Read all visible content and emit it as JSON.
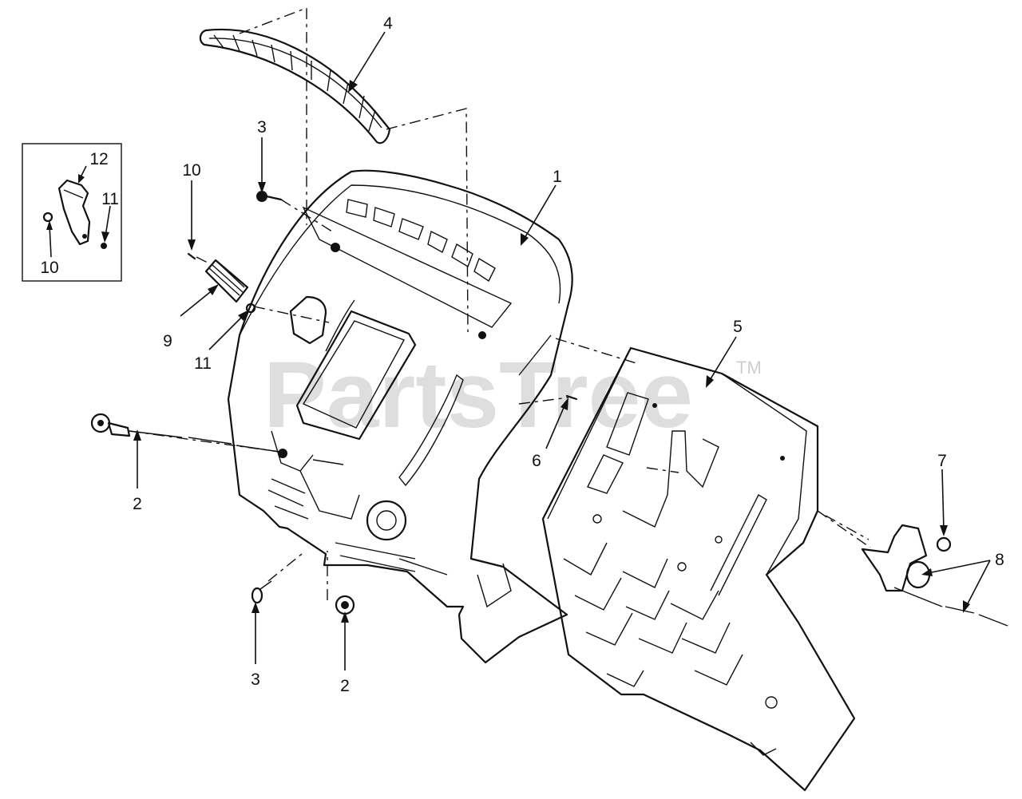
{
  "watermark": {
    "brand": "PartsTree",
    "trademark": "TM"
  },
  "callouts": [
    {
      "id": "c1",
      "label": "1"
    },
    {
      "id": "c2a",
      "label": "2"
    },
    {
      "id": "c2b",
      "label": "2"
    },
    {
      "id": "c3a",
      "label": "3"
    },
    {
      "id": "c3b",
      "label": "3"
    },
    {
      "id": "c4",
      "label": "4"
    },
    {
      "id": "c5",
      "label": "5"
    },
    {
      "id": "c6",
      "label": "6"
    },
    {
      "id": "c7",
      "label": "7"
    },
    {
      "id": "c8",
      "label": "8"
    },
    {
      "id": "c9",
      "label": "9"
    },
    {
      "id": "c10a",
      "label": "10"
    },
    {
      "id": "c10b",
      "label": "10"
    },
    {
      "id": "c11a",
      "label": "11"
    },
    {
      "id": "c11b",
      "label": "11"
    },
    {
      "id": "c12",
      "label": "12"
    }
  ]
}
